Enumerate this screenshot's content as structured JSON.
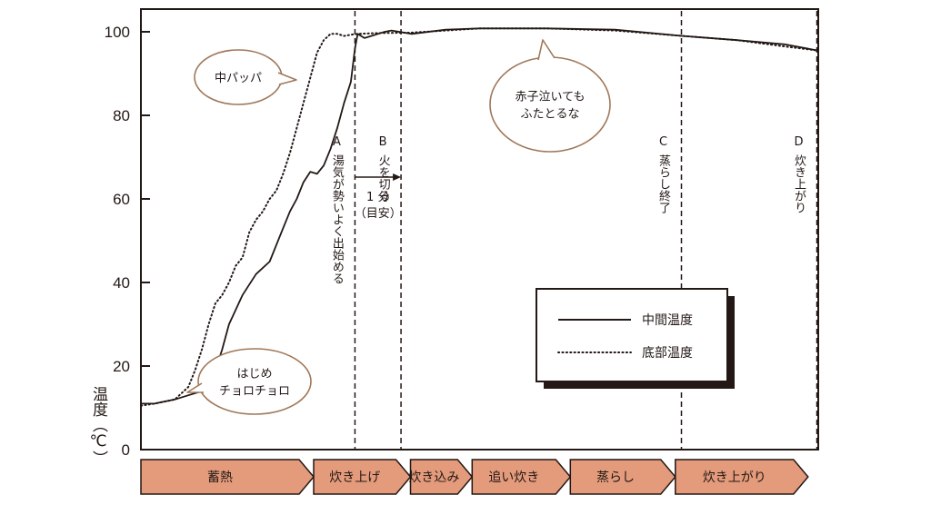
{
  "chart_data": {
    "type": "line",
    "title": "",
    "ylabel": "温度（℃）",
    "ylim": [
      0,
      105
    ],
    "yticks": [
      "0",
      "20",
      "40",
      "60",
      "80",
      "100"
    ],
    "yticks_values": [
      0,
      20,
      40,
      60,
      80,
      100
    ],
    "xlim": [
      0,
      100
    ],
    "grid": false,
    "legend_position": "lower-right",
    "series": [
      {
        "name": "中間温度",
        "style": "solid",
        "x": [
          0,
          2,
          5,
          7,
          9,
          10,
          11,
          12,
          13,
          15,
          17,
          19,
          20,
          21,
          22,
          23,
          24,
          25,
          26,
          27,
          28,
          29,
          30,
          31,
          31.6,
          32,
          33,
          34,
          35,
          36,
          37,
          40,
          45,
          50,
          60,
          70,
          80,
          88,
          95,
          100
        ],
        "y": [
          11,
          11,
          12,
          13,
          14,
          16,
          19,
          24,
          30,
          37,
          42,
          45,
          49,
          53,
          57,
          60,
          64,
          66.5,
          66,
          68,
          72,
          77,
          83,
          88,
          96,
          99.5,
          98.5,
          99,
          99.5,
          100,
          100.3,
          99.5,
          100.5,
          100.8,
          100.8,
          100.5,
          99,
          98,
          97,
          95.5
        ]
      },
      {
        "name": "底部温度",
        "style": "dotted",
        "x": [
          0,
          2,
          5,
          7,
          8,
          9,
          10,
          11,
          12,
          13,
          14,
          15,
          16,
          17,
          18,
          19,
          20,
          21,
          22,
          23,
          24,
          25,
          26,
          27,
          28,
          29,
          30,
          31,
          32,
          35,
          40,
          45,
          50,
          60,
          70,
          80,
          88,
          95,
          100
        ],
        "y": [
          10.5,
          11,
          12,
          15,
          19,
          24,
          30,
          35,
          37,
          40,
          44,
          46,
          52,
          55,
          57,
          60,
          62,
          66,
          71,
          77,
          83,
          89,
          95,
          98,
          99.5,
          99.5,
          99,
          99.3,
          99.5,
          99.7,
          99.8,
          100.3,
          100.8,
          100.8,
          100.3,
          99,
          98,
          96.5,
          95.5
        ]
      }
    ],
    "markers": [
      {
        "x": 31.6,
        "label": "A",
        "text": "湯気が勢いよく出始める"
      },
      {
        "x": 38.4,
        "label": "B",
        "text": "火を切る"
      },
      {
        "x": 79.8,
        "label": "C",
        "text": "蒸らし終了"
      },
      {
        "x": 99.8,
        "label": "D",
        "text": "炊き上がり"
      }
    ],
    "interval": {
      "from": 31.6,
      "to": 38.4,
      "text1": "1 分",
      "text2": "（目安）"
    },
    "bubbles": [
      {
        "name": "hajime",
        "lines": [
          "はじめ",
          "チョロチョロ"
        ],
        "x": 15,
        "y": 16
      },
      {
        "name": "nakapappa",
        "lines": [
          "中パッパ"
        ],
        "x": 8,
        "y": 88
      },
      {
        "name": "akago",
        "lines": [
          "赤子泣いても",
          "ふたとるな"
        ],
        "x": 61,
        "y": 82
      }
    ],
    "phases": [
      {
        "label": "蓄熱",
        "from": 0,
        "to": 25.5
      },
      {
        "label": "炊き上げ",
        "from": 25.5,
        "to": 39.8
      },
      {
        "label": "炊き込み",
        "from": 39.8,
        "to": 48.9
      },
      {
        "label": "追い炊き",
        "from": 48.9,
        "to": 63.4
      },
      {
        "label": "蒸らし",
        "from": 63.4,
        "to": 78.9
      },
      {
        "label": "炊き上がり",
        "from": 78.9,
        "to": 98.5
      }
    ],
    "colors": {
      "axis": "#231815",
      "bubble_stroke": "#a0785a",
      "phase_fill": "#e39b7b",
      "phase_stroke": "#231815"
    }
  }
}
